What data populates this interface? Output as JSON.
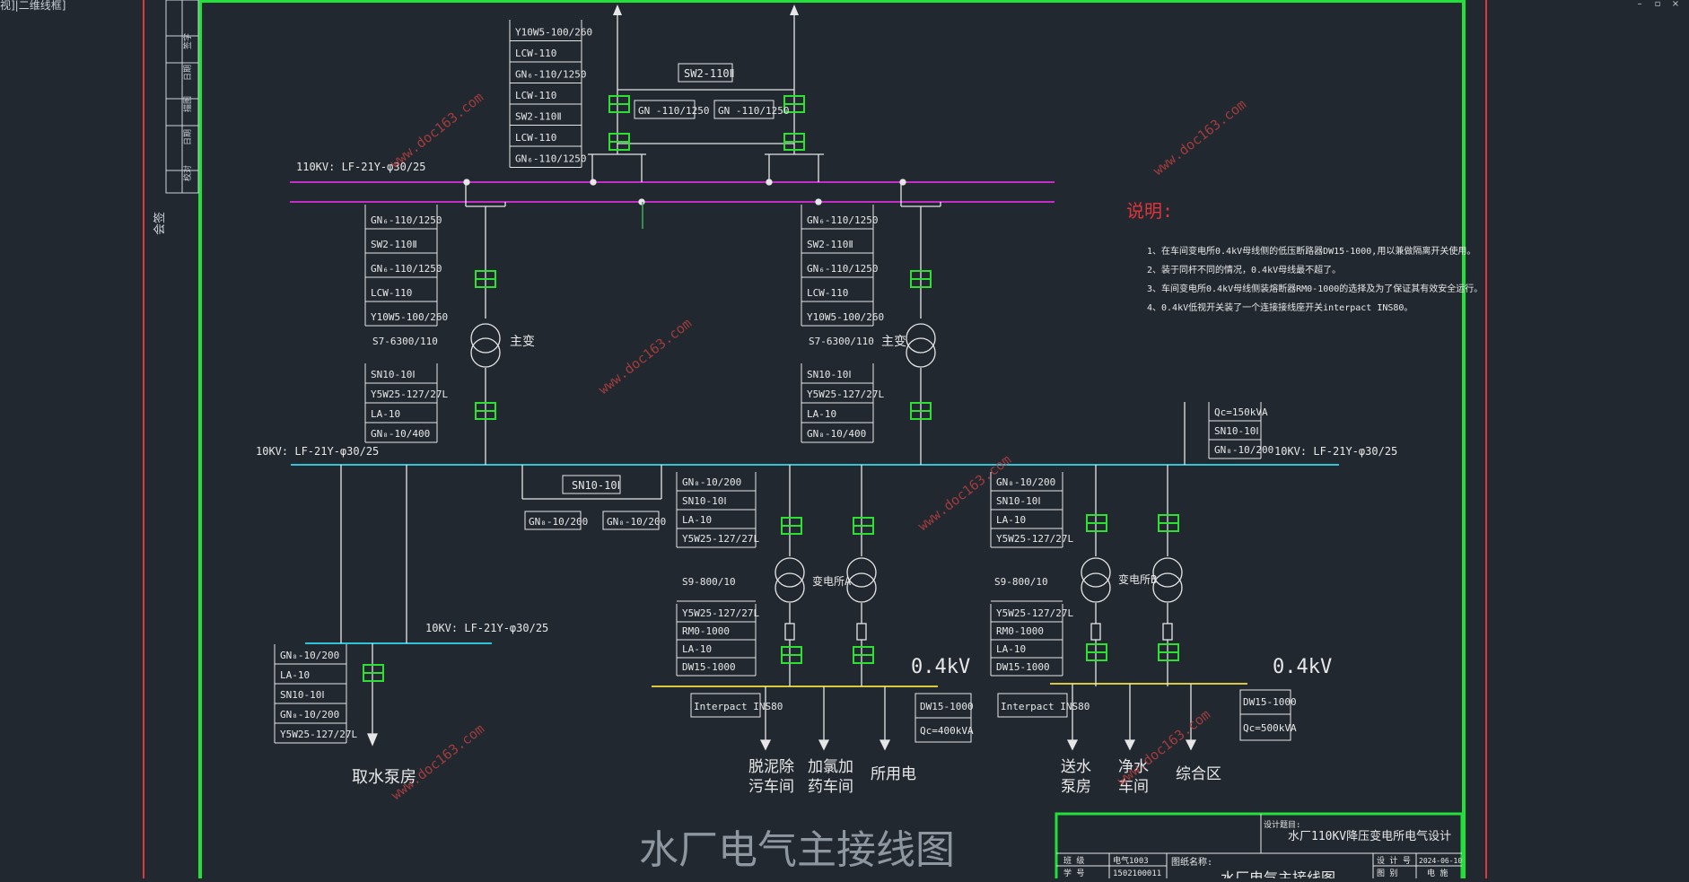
{
  "window": {
    "title": "视]|二维线框]",
    "controls": [
      "–",
      "▫",
      "×"
    ]
  },
  "drawing": {
    "title": "水厂电气主接线图",
    "notes_heading": "说明:",
    "notes": [
      "1、在车间变电所0.4kV母线侧的低压断路器DW15-1000,用以兼做隔离开关使用。",
      "2、装于同杆不同的情况，0.4kV母线最不超了。",
      "3、车间变电所0.4kV母线侧装熔断器RM0-1000的选择及为了保证其有效安全运行。",
      "4、0.4kV低视开关装了一个连接接线座开关interpact INS80。"
    ],
    "watermark": "www.doc163.com",
    "bus_110kv_label": "110KV:  LF-21Y-φ30/25",
    "bus_10kv_left_label": "10KV:  LF-21Y-φ30/25",
    "bus_10kv_right_label": "10KV:  LF-21Y-φ30/25",
    "bus_10kv_sub_label": "10KV:  LF-21Y-φ30/25",
    "incoming_table": [
      "Y10W5-100/260",
      "LCW-110",
      "GN₆-110/1250",
      "LCW-110",
      "SW2-110Ⅱ",
      "LCW-110",
      "GN₆-110/1250"
    ],
    "sw2_bridge": "SW2-110Ⅱ",
    "gn_left": "GN -110/1250",
    "gn_right": "GN -110/1250",
    "transformer_table": [
      "GN₆-110/1250",
      "SW2-110Ⅱ",
      "GN₆-110/1250",
      "LCW-110",
      "Y10W5-100/260",
      "S7-6300/110",
      "SN10-10Ⅰ",
      "Y5W25-127/27L",
      "LA-10",
      "GN₈-10/400"
    ],
    "main_transformer": "主变",
    "bus_tie_breaker": "SN10-10Ⅰ",
    "bus_tie_gn_left": "GN₈-10/200",
    "bus_tie_gn_right": "GN₈-10/200",
    "capacitor_table": [
      "Qc=150kVA",
      "SN10-10Ⅰ",
      "GN₈-10/200"
    ],
    "feeder_table": [
      "GN₈-10/200",
      "SN10-10Ⅰ",
      "LA-10",
      "Y5W25-127/27L",
      "S9-800/10",
      "Y5W25-127/27L",
      "RM0-1000",
      "LA-10",
      "DW15-1000"
    ],
    "substation_a": "变电所A",
    "substation_b": "变电所B",
    "lv_voltage": "0.4kV",
    "intake_table": [
      "GN₈-10/200",
      "LA-10",
      "SN10-10Ⅰ",
      "GN₈-10/200",
      "Y5W25-127/27L"
    ],
    "intake_load": "取水泵房",
    "ins80": "Interpact INS80",
    "dw_left": "DW15-1000",
    "qc_left": "Qc=400kVA",
    "dw_right": "DW15-1000",
    "qc_right": "Qc=500kVA",
    "loads_left": [
      "脱泥除\n污车间",
      "加氯加\n药车间",
      "所用电"
    ],
    "loads_right": [
      "送水\n泵房",
      "净水\n车间",
      "综合区"
    ],
    "title_block": {
      "designer_label": "设计题目:",
      "project": "水厂110KV降压变电所电气设计",
      "drawing_name_label": "图纸名称:",
      "drawing_name": "水厂电气主接线图",
      "row1": [
        "班 级",
        "电气1003"
      ],
      "row2": [
        "学 号",
        "1502100011"
      ],
      "right1": [
        "设 计 号",
        "2024-06-10"
      ],
      "right2": [
        "图 别",
        "电 施"
      ]
    },
    "left_strip": [
      "签字",
      "日期",
      "描图",
      "日期",
      "校对"
    ],
    "side_label": "会签"
  }
}
